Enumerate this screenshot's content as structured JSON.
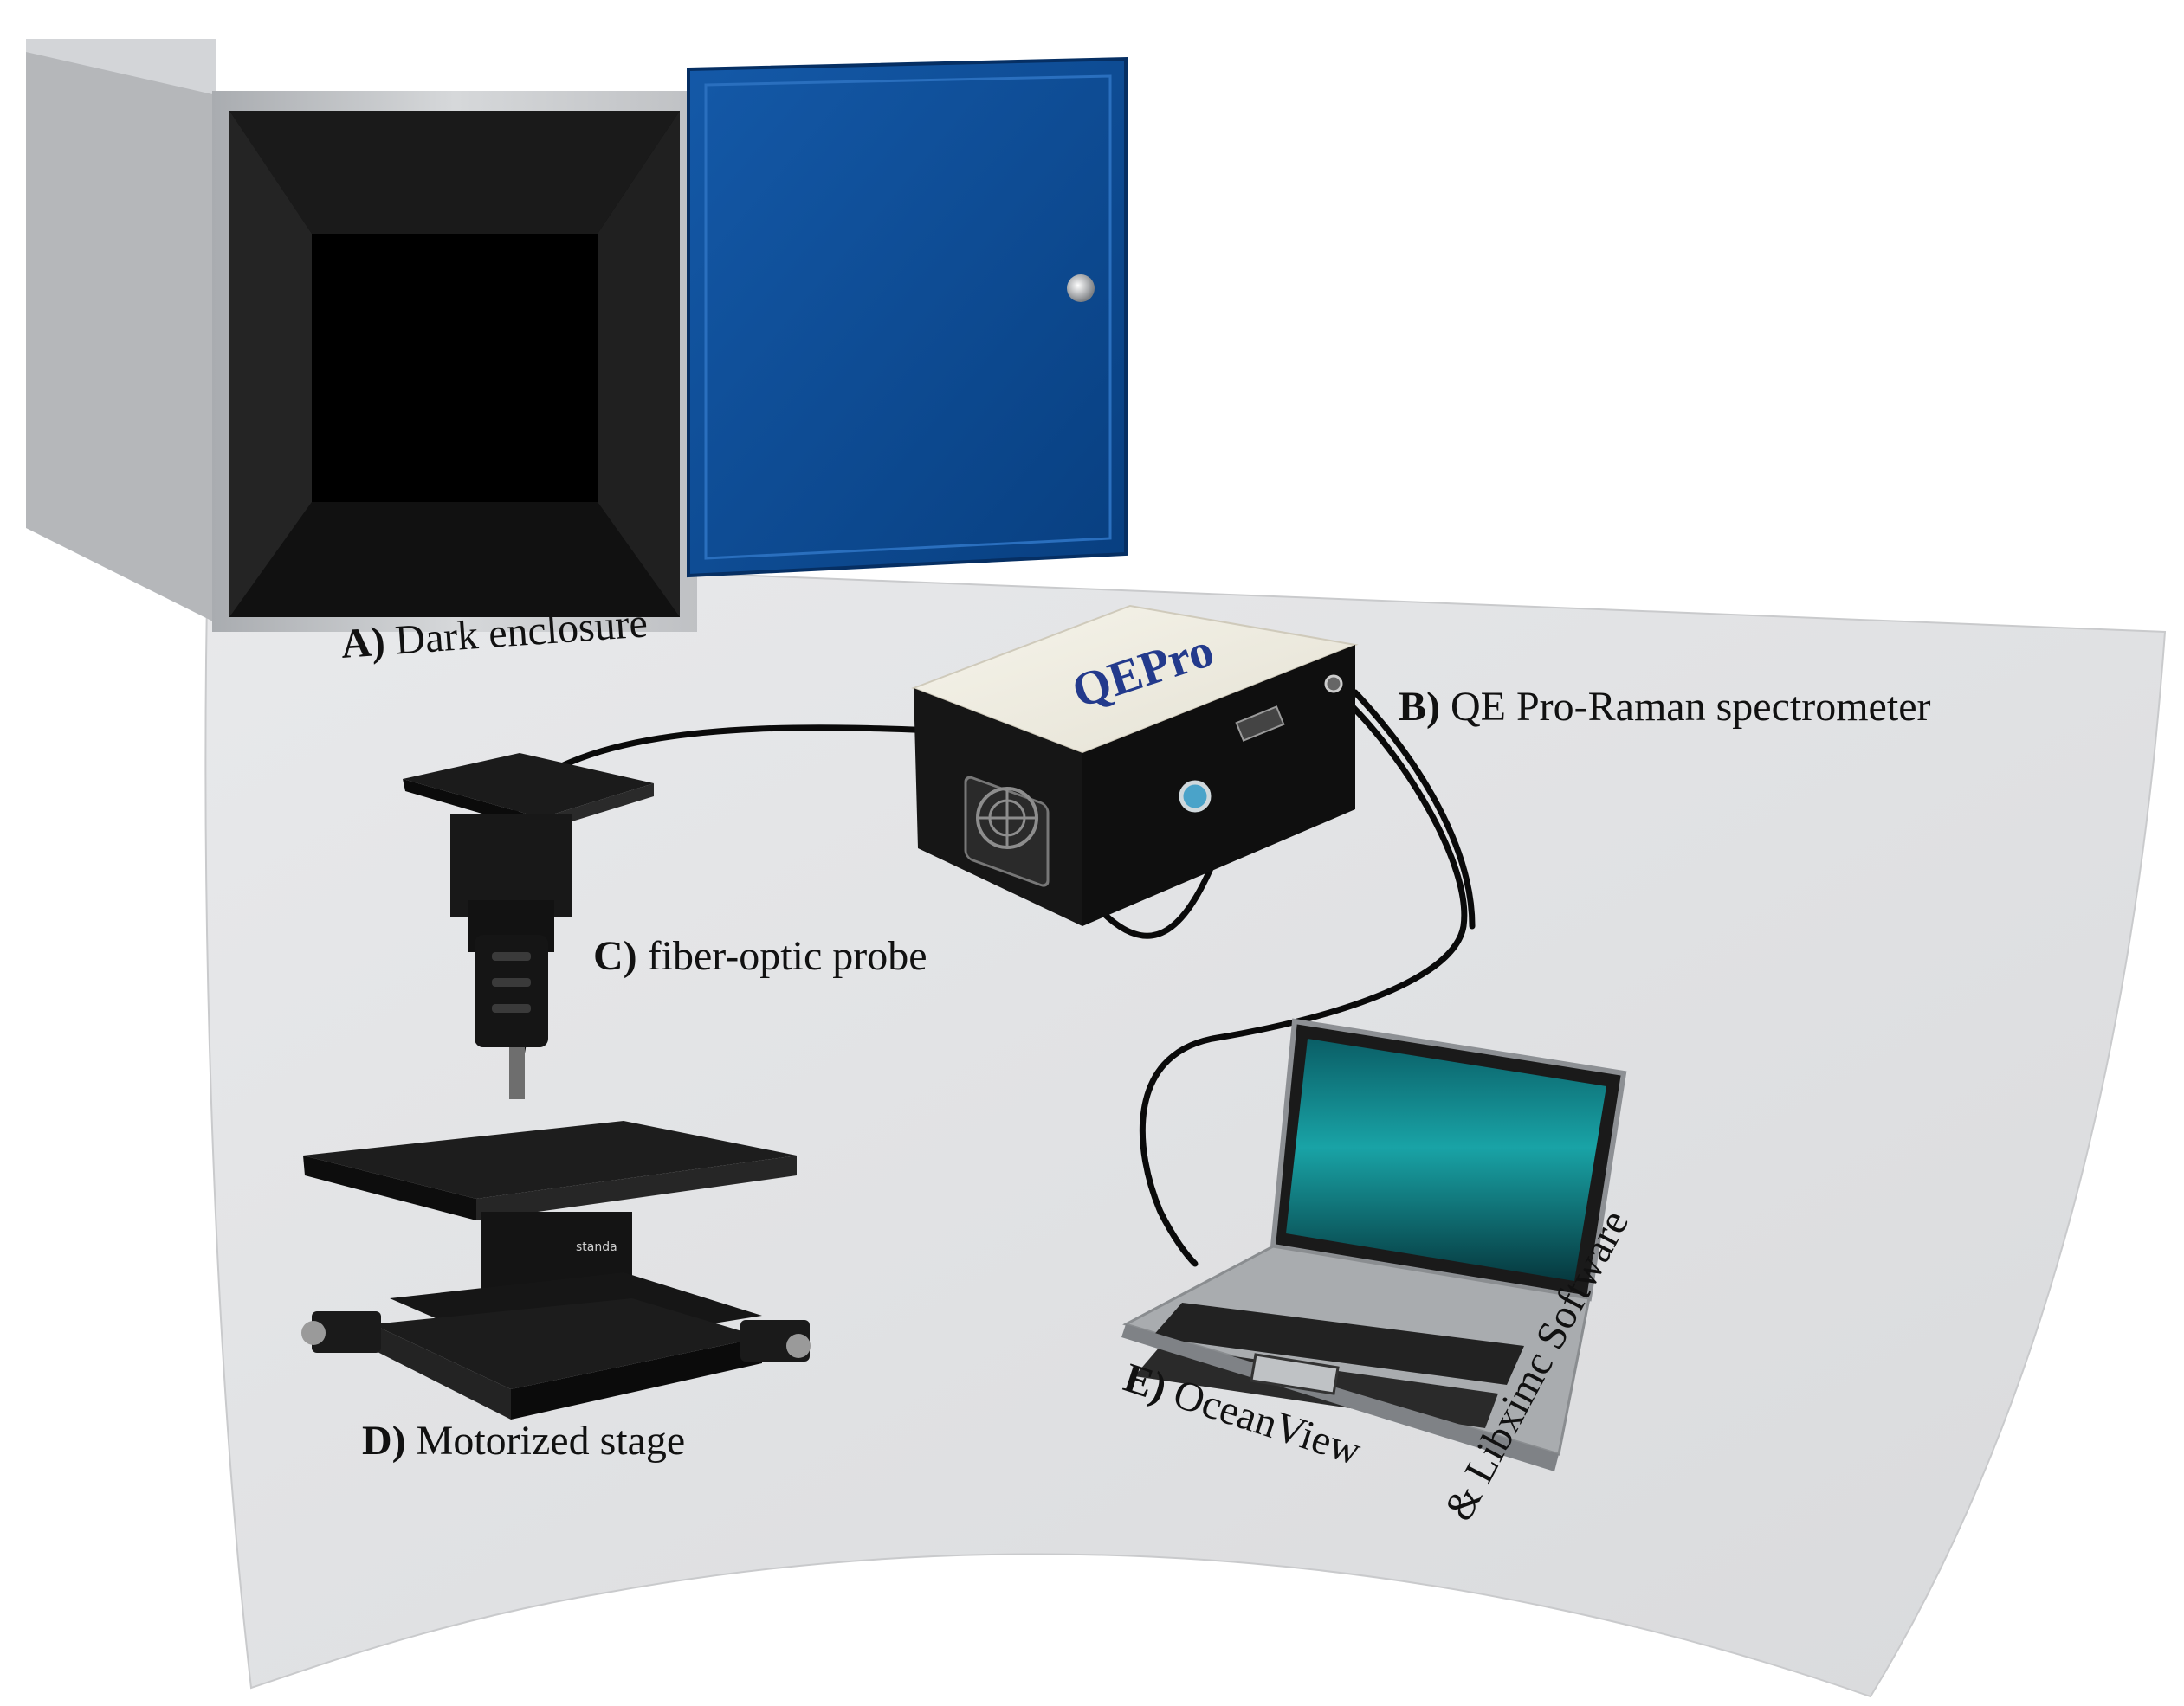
{
  "labels": {
    "a": {
      "letter": "A)",
      "text": "Dark enclosure"
    },
    "b": {
      "letter": "B)",
      "text": "QE Pro-Raman spectrometer"
    },
    "c": {
      "letter": "C)",
      "text": "fiber-optic probe"
    },
    "d": {
      "letter": "D)",
      "text": "Motorized stage"
    },
    "e": {
      "letter": "E)",
      "text": "OceanView"
    },
    "e2": {
      "text": "& Libximc Software"
    }
  },
  "branding": {
    "spectrometer_logo": "QEPro",
    "stage_brand": "standa"
  },
  "colors": {
    "floor": "#e2e3e5",
    "door_blue": "#0b4d96",
    "enclosure_frame": "#c8cacc",
    "spectrometer_top": "#f1efe4",
    "screen_teal": "#0f8a8f",
    "cable": "#0a0a0a"
  },
  "icons": [
    "fan-icon",
    "connector-icon",
    "knob-icon"
  ]
}
